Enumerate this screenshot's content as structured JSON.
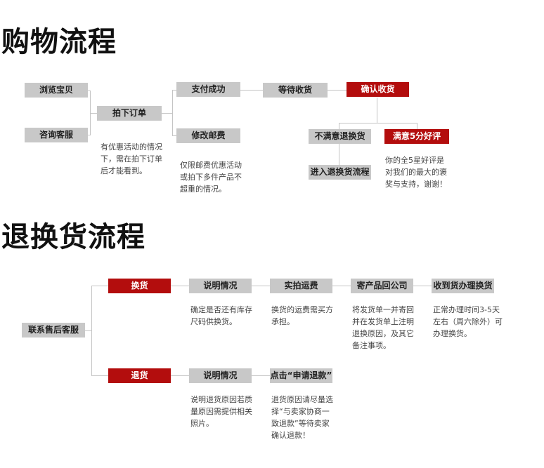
{
  "purchase": {
    "title": "购物流程",
    "browse": "浏览宝贝",
    "consult": "咨询客服",
    "order": "拍下订单",
    "order_note": "有优惠活动的情况\n下，需在拍下订单\n后才能看到。",
    "paid": "支付成功",
    "modify_shipping": "修改邮费",
    "shipping_note": "仅限邮费优惠活动\n或拍下多件产品不\n超重的情况。",
    "await": "等待收货",
    "confirm": "确认收货",
    "unsatisfied": "不满意退换货",
    "enter_return": "进入退换货流程",
    "satisfied": "满意5分好评",
    "satisfied_note": "你的全5星好评是\n对我们的最大的褒\n奖与支持，谢谢！"
  },
  "returns": {
    "title": "退换货流程",
    "contact": "联系售后客服",
    "exchange": "换货",
    "exchange_explain": "说明情况",
    "exchange_explain_note": "确定是否还有库存\n尺码供换货。",
    "photo_fee": "实拍运费",
    "photo_fee_note": "换货的运费需买方\n承担。",
    "send_back": "寄产品回公司",
    "send_back_note": "将发货单一并寄回\n并在发货单上注明\n退换原因，及其它\n备注事项。",
    "receive": "收到货办理换货",
    "receive_note": "正常办理时间3-5天\n左右（周六除外）可\n办理换货。",
    "refund": "退货",
    "refund_explain": "说明情况",
    "refund_explain_note": "说明退货原因若质\n量原因需提供相关\n照片。",
    "apply_refund": "点击“申请退款”",
    "apply_refund_note": "退货原因请尽量选\n择“与卖家协商一\n致退款”等待卖家\n确认退款！"
  }
}
